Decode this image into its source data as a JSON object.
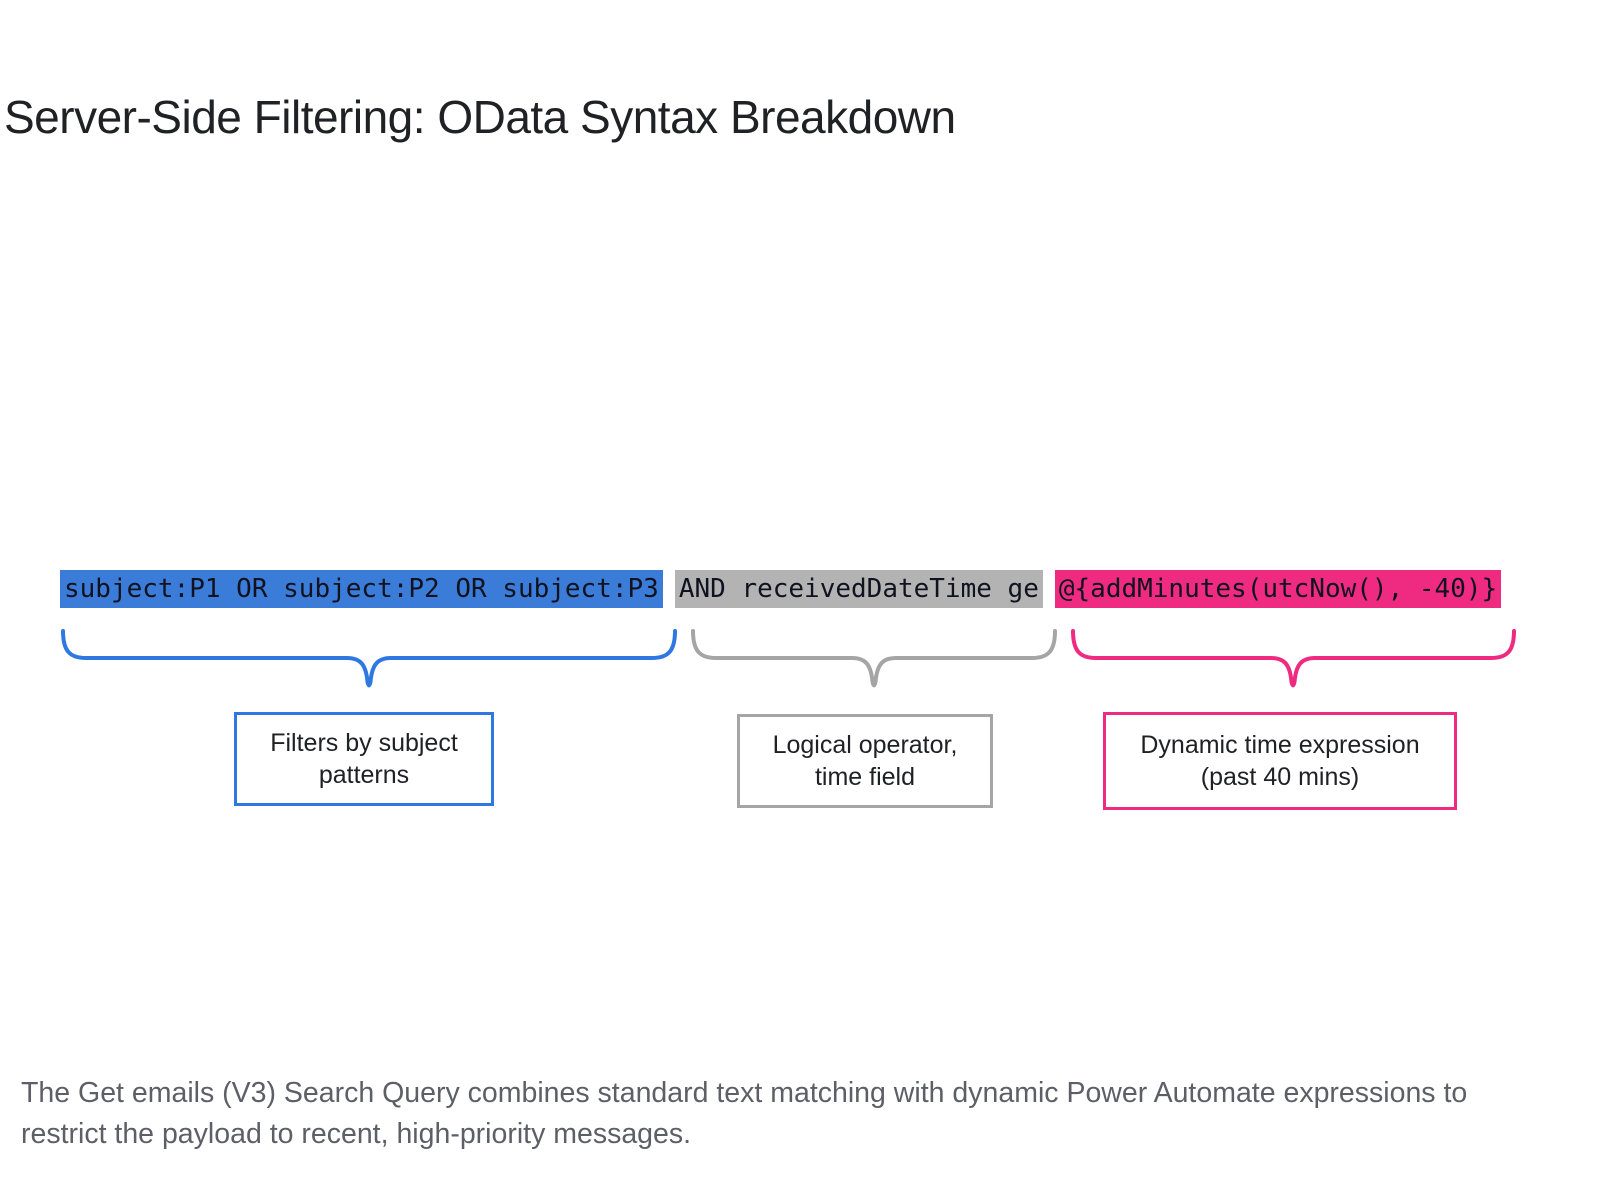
{
  "slide": {
    "title": "Server-Side Filtering: OData Syntax Breakdown",
    "caption": "The Get emails (V3) Search Query combines standard text matching with dynamic Power Automate expressions to restrict the payload to recent, high-priority messages."
  },
  "colors": {
    "blue_bg": "#3B7CD8",
    "blue_accent": "#2F78E2",
    "gray_bg": "#B3B3B3",
    "gray_accent": "#A5A5A5",
    "pink_bg": "#EE2B80",
    "pink_accent": "#EE2B80",
    "code_text": "#10131F",
    "title_text": "#1F2124",
    "caption_text": "#5C6066",
    "label_text": "#202124"
  },
  "code": {
    "segments": [
      {
        "id": "subject-filter",
        "text": "subject:P1 OR subject:P2 OR subject:P3"
      },
      {
        "id": "logical-operator",
        "text": "AND receivedDateTime ge"
      },
      {
        "id": "dynamic-expression",
        "text": "@{addMinutes(utcNow(), -40)}"
      }
    ]
  },
  "annotations": [
    {
      "line1": "Filters by subject",
      "line2": "patterns"
    },
    {
      "line1": "Logical operator,",
      "line2": "time field"
    },
    {
      "line1": "Dynamic time expression",
      "line2": "(past 40 mins)"
    }
  ]
}
